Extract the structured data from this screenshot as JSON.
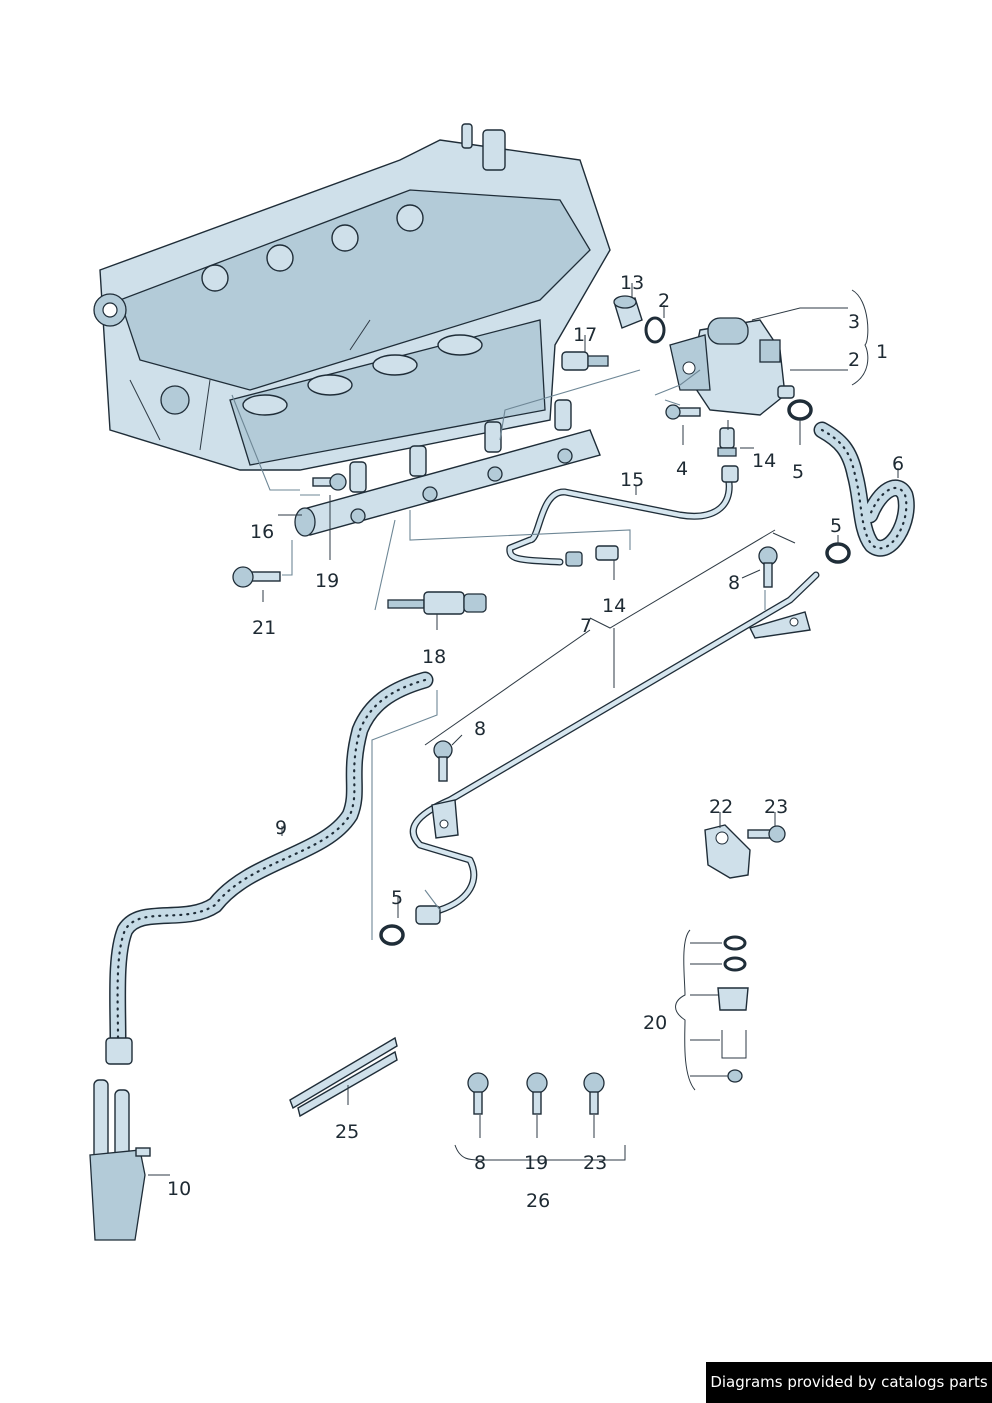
{
  "labels": {
    "p1": "1",
    "p2a": "2",
    "p2b": "2",
    "p3": "3",
    "p4": "4",
    "p5a": "5",
    "p5b": "5",
    "p5c": "5",
    "p6": "6",
    "p7": "7",
    "p8a": "8",
    "p8b": "8",
    "p8c": "8",
    "p9": "9",
    "p10": "10",
    "p13": "13",
    "p14a": "14",
    "p14b": "14",
    "p15": "15",
    "p16": "16",
    "p17": "17",
    "p18": "18",
    "p19a": "19",
    "p19b": "19",
    "p20": "20",
    "p21": "21",
    "p22": "22",
    "p23a": "23",
    "p23b": "23",
    "p25": "25",
    "p26": "26"
  },
  "footer": {
    "text": "Diagrams provided by catalogs parts"
  },
  "colors": {
    "part_fill": "#cfe0ea",
    "part_shade": "#b3cbd8",
    "outline": "#1f2d38",
    "footer_bg": "#000000"
  }
}
